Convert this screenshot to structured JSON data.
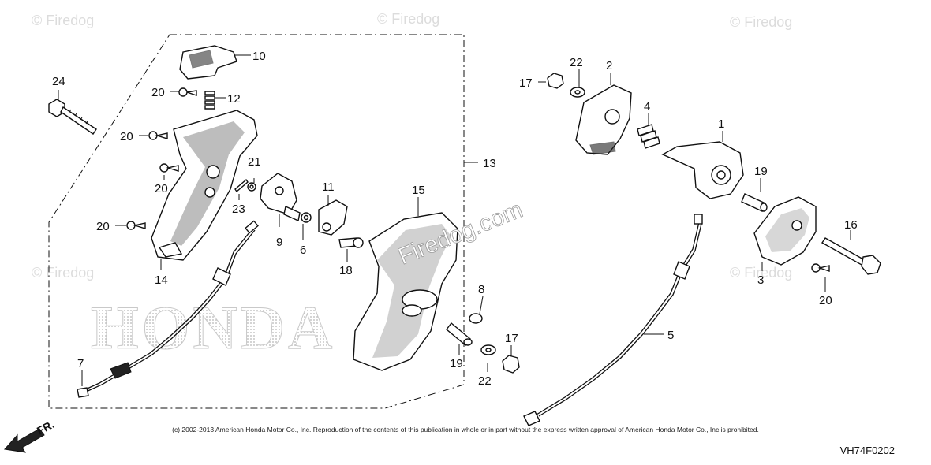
{
  "watermarks": {
    "corner": "© Firedog",
    "center": "Firedog.com"
  },
  "background_logo": "HONDA",
  "direction_marker": "FR.",
  "callouts": {
    "c1": "1",
    "c2": "2",
    "c3": "3",
    "c4": "4",
    "c5": "5",
    "c6": "6",
    "c7": "7",
    "c8": "8",
    "c9": "9",
    "c10": "10",
    "c11": "11",
    "c12": "12",
    "c13": "13",
    "c14": "14",
    "c15": "15",
    "c16": "16",
    "c17a": "17",
    "c17b": "17",
    "c18": "18",
    "c19a": "19",
    "c19b": "19",
    "c20a": "20",
    "c20b": "20",
    "c20c": "20",
    "c20d": "20",
    "c20e": "20",
    "c21": "21",
    "c22a": "22",
    "c22b": "22",
    "c23": "23",
    "c24": "24"
  },
  "footer": {
    "copyright": "(c) 2002-2013 American Honda Motor Co., Inc. Reproduction of the contents of this publication in whole or in part without the express written approval of American Honda Motor Co., Inc is prohibited.",
    "diagram_code": "VH74F0202"
  },
  "colors": {
    "line": "#111111",
    "watermark": "#dcdcdc",
    "logo_dots": "#b5b5b5"
  }
}
